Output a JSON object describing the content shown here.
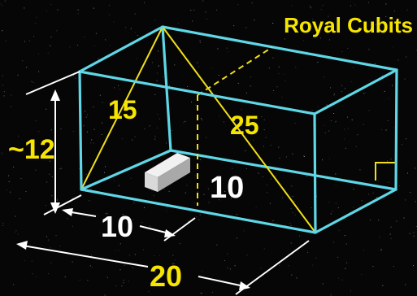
{
  "title": "Royal Cubits",
  "labels": {
    "height": "~12",
    "width": "10",
    "length": "20",
    "diag_short": "15",
    "diag_long": "25",
    "column_height": "10"
  },
  "colors": {
    "background": "#060606",
    "box_edge": "#5fd7e6",
    "yellow": "#f6e500",
    "dimension": "#ffffff",
    "block": "#d8d8d8"
  }
}
